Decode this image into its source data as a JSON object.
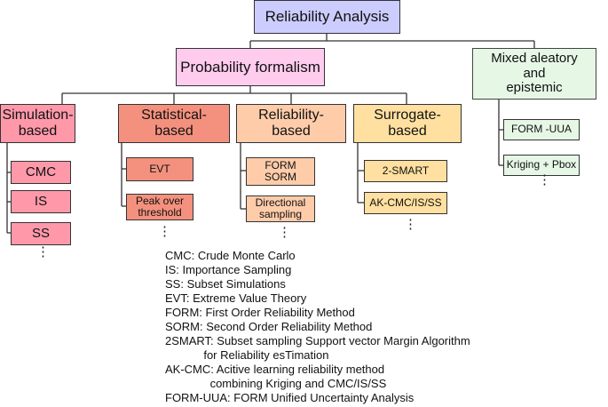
{
  "root": "Reliability Analysis",
  "probability": "Probability formalism",
  "mixed": "Mixed aleatory\nand\nepistemic",
  "categories": {
    "simulation": "Simulation-\nbased",
    "statistical": "Statistical-\nbased",
    "reliability": "Reliability-\nbased",
    "surrogate": "Surrogate-\nbased"
  },
  "leaves": {
    "simulation": [
      "CMC",
      "IS",
      "SS"
    ],
    "statistical": [
      "EVT",
      "Peak over\nthreshold"
    ],
    "reliability": [
      "FORM\nSORM",
      "Directional\nsampling"
    ],
    "surrogate": [
      "2-SMART",
      "AK-CMC/IS/SS"
    ],
    "mixed": [
      "FORM -UUA",
      "Kriging + Pbox"
    ]
  },
  "ellipsis": "⋮",
  "legend": [
    "CMC: Crude Monte Carlo",
    "IS: Importance Sampling",
    "SS: Subset Simulations",
    "EVT: Extreme Value Theory",
    "FORM: First Order Reliability Method",
    "SORM: Second Order Reliability Method",
    "2SMART: Subset sampling Support vector Margin Algorithm",
    "            for Reliability esTimation",
    "AK-CMC: Acitive learning reliability method",
    "              combining Kriging and CMC/IS/SS",
    "FORM-UUA: FORM Unified Uncertainty Analysis"
  ]
}
